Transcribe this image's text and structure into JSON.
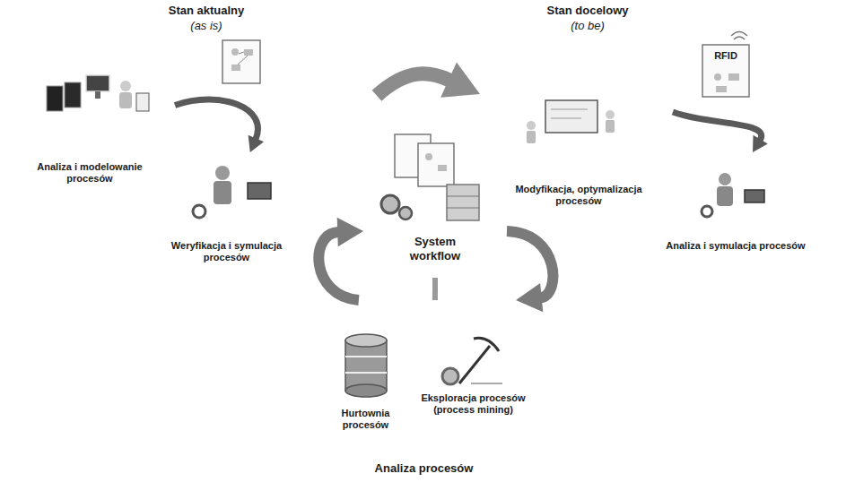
{
  "diagram": {
    "nodes": [
      {
        "text": [
          "Stan aktualny",
          "(as is)"
        ]
      },
      {
        "text": [
          "Analiza i modelowanie procesów"
        ],
        "in": 0
      },
      {
        "text": [
          "Weryfikacja i symulacja procesów"
        ],
        "in": 0
      },
      {
        "text": [
          "Stan docelowy",
          "(to be)"
        ]
      },
      {
        "text": [
          "Modyfikacja, optymalizacja procesów"
        ],
        "in": 3
      },
      {
        "text": [
          "Analiza i symulacja procesów"
        ],
        "in": 3
      },
      {
        "text": [
          "System workflow"
        ]
      },
      {
        "text": [
          "Analiza procesów"
        ]
      },
      {
        "text": [
          "Hurtownia procesów"
        ],
        "in": 7
      },
      {
        "text": [
          "Eksploracja procesów (process mining)"
        ],
        "in": 7
      }
    ],
    "edges": [
      {
        "from": 0,
        "to": 3,
        "arrow": "to"
      },
      {
        "from": 1,
        "to": 2,
        "arrow": "to"
      },
      {
        "from": 4,
        "to": 5,
        "arrow": "to"
      },
      {
        "from": 7,
        "to": 6,
        "arrow": "to"
      },
      {
        "from": 6,
        "to": 7,
        "arrow": "to"
      },
      {
        "from": 6,
        "to": 7,
        "arrow": "none"
      }
    ],
    "labels": [
      "RFID"
    ]
  }
}
